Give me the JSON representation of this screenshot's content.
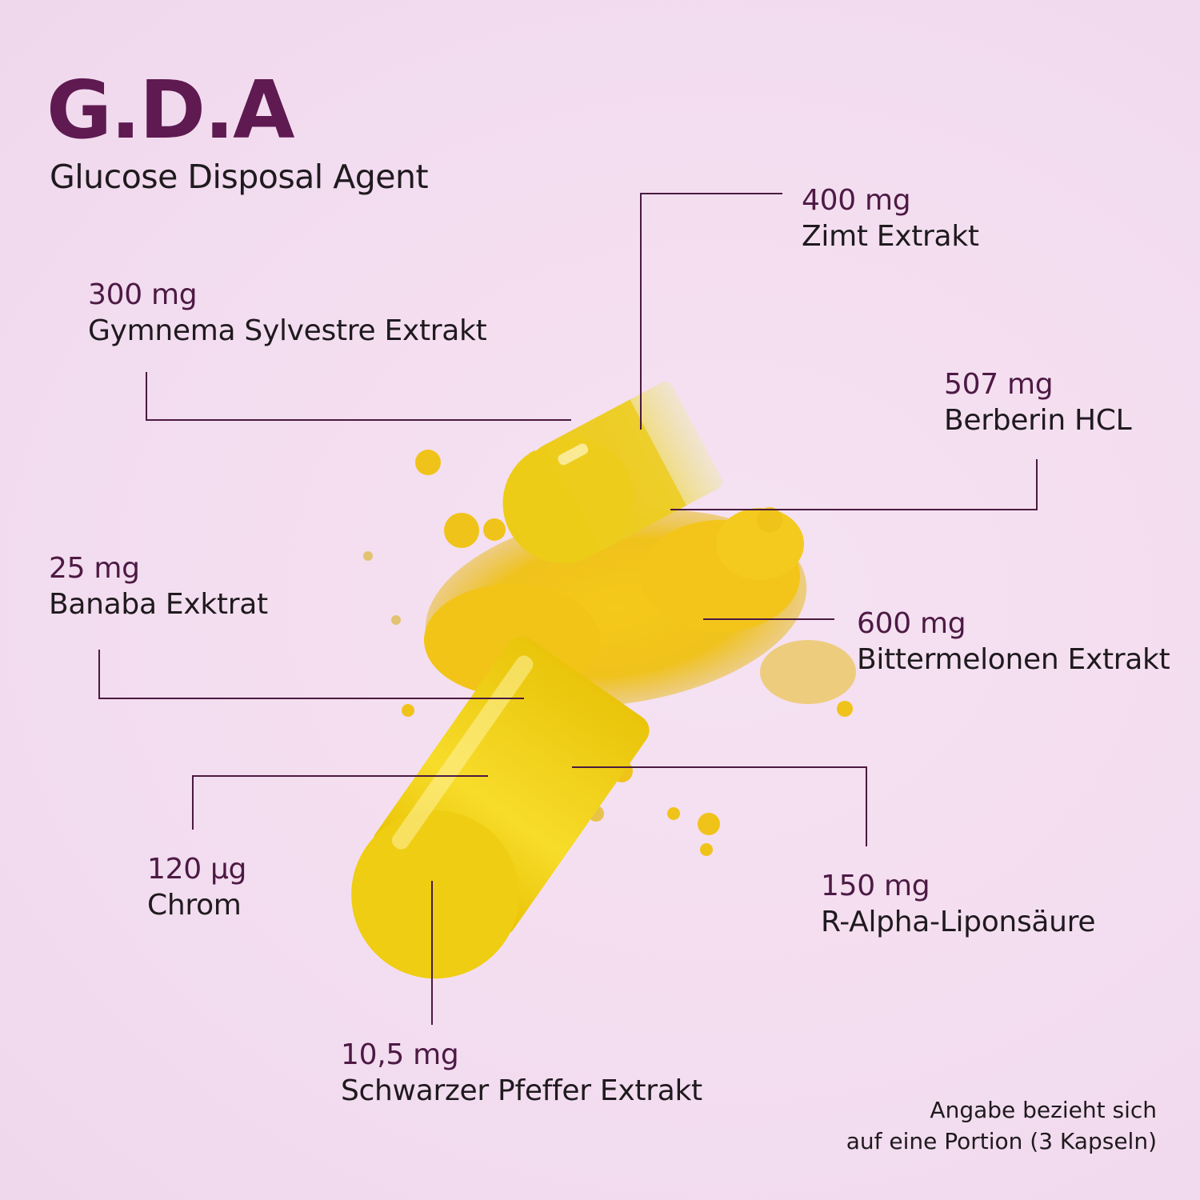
{
  "header": {
    "title": "G.D.A",
    "subtitle": "Glucose Disposal Agent"
  },
  "ingredients": [
    {
      "amount": "400 mg",
      "name": "Zimt Extrakt"
    },
    {
      "amount": "300 mg",
      "name": "Gymnema Sylvestre Extrakt"
    },
    {
      "amount": "507 mg",
      "name": "Berberin HCL"
    },
    {
      "amount": "25 mg",
      "name": "Banaba Exktrat"
    },
    {
      "amount": "600 mg",
      "name": "Bittermelonen Extrakt"
    },
    {
      "amount": "120 µg",
      "name": "Chrom"
    },
    {
      "amount": "150 mg",
      "name": "R-Alpha-Liponsäure"
    },
    {
      "amount": "10,5 mg",
      "name": "Schwarzer Pfeffer Extrakt"
    }
  ],
  "footnote": {
    "line1": "Angabe bezieht sich",
    "line2": "auf eine Portion (3 Kapseln)"
  },
  "colors": {
    "background": "#f3ddf0",
    "title": "#5e1a51",
    "amount": "#4d1a44",
    "text": "#1f1a1e",
    "capsule": "#f2d21c",
    "powder": "#f0c81a"
  }
}
